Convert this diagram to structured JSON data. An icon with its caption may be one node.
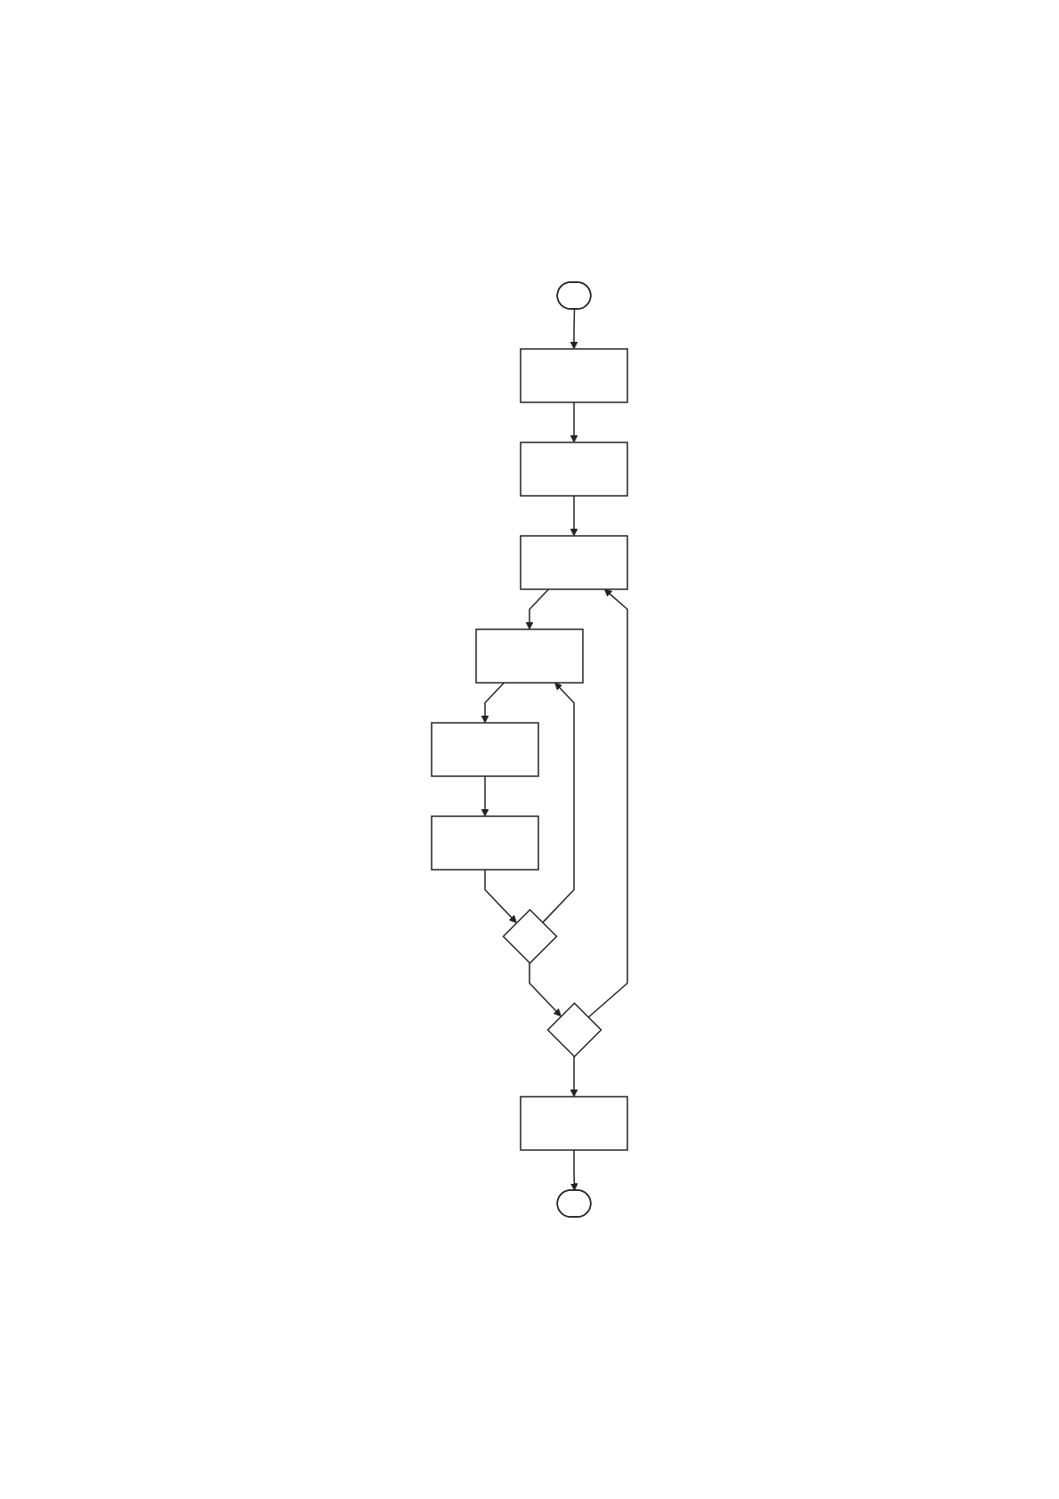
{
  "diagram": {
    "nodes": [
      {
        "text": [],
        "shape": "stadium"
      },
      {
        "text": [],
        "shape": "box"
      },
      {
        "text": [],
        "shape": "box"
      },
      {
        "text": [],
        "shape": "box"
      },
      {
        "text": [],
        "shape": "box"
      },
      {
        "text": [],
        "shape": "box"
      },
      {
        "text": [],
        "shape": "box"
      },
      {
        "text": [],
        "shape": "diamond"
      },
      {
        "text": [],
        "shape": "diamond"
      },
      {
        "text": [],
        "shape": "box"
      },
      {
        "text": [],
        "shape": "stadium"
      }
    ],
    "edges": [
      {
        "from": 0,
        "to": 1,
        "arrow": "to"
      },
      {
        "from": 1,
        "to": 2,
        "arrow": "to"
      },
      {
        "from": 2,
        "to": 3,
        "arrow": "to"
      },
      {
        "from": 3,
        "to": 4,
        "arrow": "to"
      },
      {
        "from": 4,
        "to": 5,
        "arrow": "to"
      },
      {
        "from": 5,
        "to": 6,
        "arrow": "to"
      },
      {
        "from": 6,
        "to": 7,
        "arrow": "to"
      },
      {
        "from": 7,
        "to": 4,
        "arrow": "to"
      },
      {
        "from": 7,
        "to": 8,
        "arrow": "to"
      },
      {
        "from": 8,
        "to": 3,
        "arrow": "to"
      },
      {
        "from": 8,
        "to": 9,
        "arrow": "to"
      },
      {
        "from": 9,
        "to": 10,
        "arrow": "to"
      }
    ]
  }
}
